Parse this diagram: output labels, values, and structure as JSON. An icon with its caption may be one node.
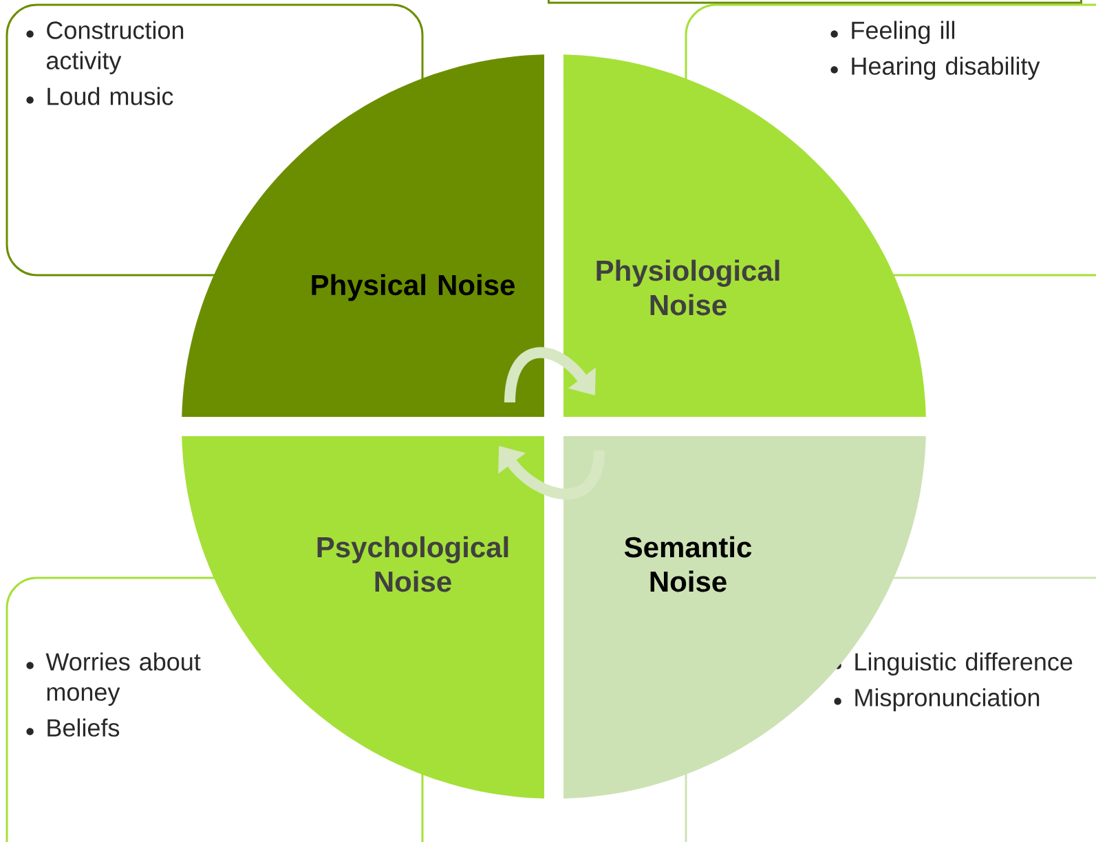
{
  "diagram": {
    "nodes": [
      {
        "text": [
          "Construction activity",
          "Loud music"
        ]
      },
      {
        "text": [
          "Feeling ill",
          "Hearing disability"
        ]
      },
      {
        "text": [
          "Worries about money",
          "Beliefs"
        ]
      },
      {
        "text": [
          "Linguistic difference",
          "Mispronunciation"
        ]
      },
      {
        "text": [
          "Physical Noise"
        ]
      },
      {
        "text": [
          "Physiological Noise"
        ]
      },
      {
        "text": [
          "Psychological Noise"
        ]
      },
      {
        "text": [
          "Semantic Noise"
        ]
      },
      {
        "text": [],
        "shape": "box"
      }
    ],
    "edges": [
      {
        "from": 4,
        "to": 5,
        "arrow": "to"
      },
      {
        "from": 7,
        "to": 6,
        "arrow": "to"
      }
    ]
  }
}
